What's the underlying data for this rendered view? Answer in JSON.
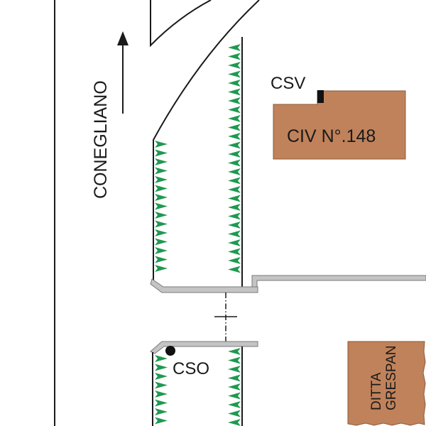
{
  "map": {
    "direction_label": "CONEGLIANO",
    "building_label": "CIV N°.148",
    "valve_label": "CSV",
    "outlet_label": "CSO",
    "company_label_line1": "DITTA",
    "company_label_line2": "GRESPAN",
    "colors": {
      "building_fill": "#c0825a",
      "building_stroke": "#8a5a3a",
      "hedge_green": "#1f9950",
      "curb_gray": "#c4c4c4",
      "curb_stroke": "#7a7a7a",
      "line": "#1a1a1a"
    }
  }
}
